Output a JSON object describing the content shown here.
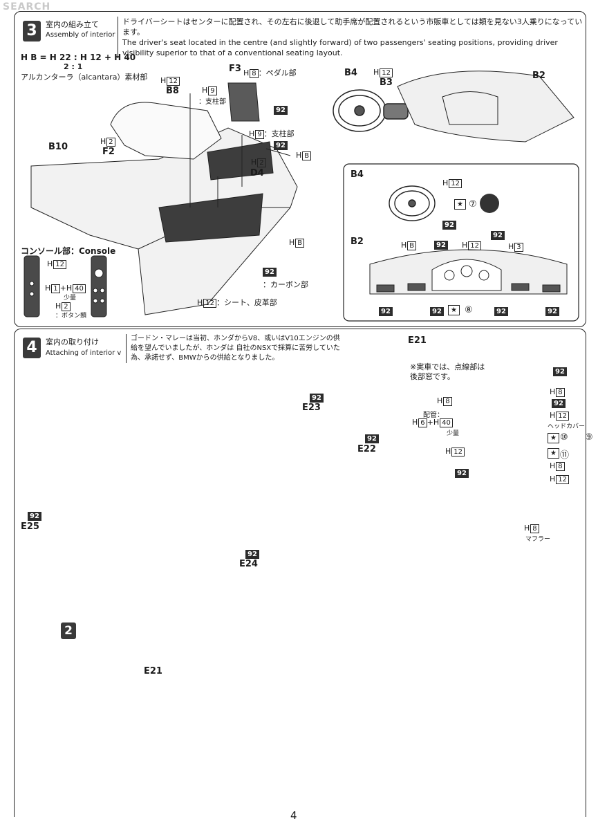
{
  "watermark": "SEARCH",
  "step3": {
    "number": "3",
    "title_jp": "室内の組み立て",
    "title_en": "Assembly of interior",
    "note_jp": "ドライバーシートはセンターに配置され、その左右に後退して助手席が配置されるという市販車としては類を見ない3人乗りになっています。",
    "note_en": "The driver's seat located in the centre (and slightly forward) of two passengers' seating positions, providing driver visibility superior to that of a conventional seating layout.",
    "mix_formula": "H B = H 22 : H 12 + H 40",
    "mix_ratio": "2 : 1",
    "mix_label": "アルカンターラ（alcantara）素材部",
    "console_label": "コンソール部：Console",
    "carbon_label": "：カーボン部",
    "seat_leather_label": "：シート、皮革部",
    "pedal_label": "：ペダル部",
    "support_label_1": "：支柱部",
    "support_label_2": "：支柱部",
    "small_amount": "少量",
    "button_label": "：ボタン類"
  },
  "step4": {
    "number": "4",
    "title_jp": "室内の取り付け",
    "title_en": "Attaching of interior v",
    "note_jp": "ゴードン・マレーは当初、ホンダからV8、或いはV10エンジンの供給を望んでいましたが、ホンダは 自社のNSXで採算に苦労していた為、承諾せず、BMWからの供給となりました。",
    "inset_title": "E21",
    "inset_note": "※実車では、点線部は後部窓です。",
    "piping_label": "配管：",
    "small_amount": "少量",
    "head_cover": "ヘッドカバー",
    "muffler": "マフラー"
  },
  "parts": {
    "B2": "B2",
    "B3": "B3",
    "B4": "B4",
    "B8": "B8",
    "B10": "B10",
    "F2": "F2",
    "F3": "F3",
    "D4": "D4",
    "E21": "E21",
    "E22": "E22",
    "E23": "E23",
    "E24": "E24",
    "E25": "E25"
  },
  "colors": {
    "H": "H",
    "HB": "B",
    "H12": "12",
    "H8": "8",
    "H9": "9",
    "H2": "2",
    "H22": "22",
    "H40": "40",
    "H1": "1",
    "H3": "3",
    "H6": "6",
    "code92": "92"
  },
  "decals": {
    "d7": "⑦",
    "d8": "⑧",
    "d9": "⑨",
    "d10": "⑩",
    "d11": "⑪"
  },
  "step_ref": "2",
  "page_number": "4"
}
